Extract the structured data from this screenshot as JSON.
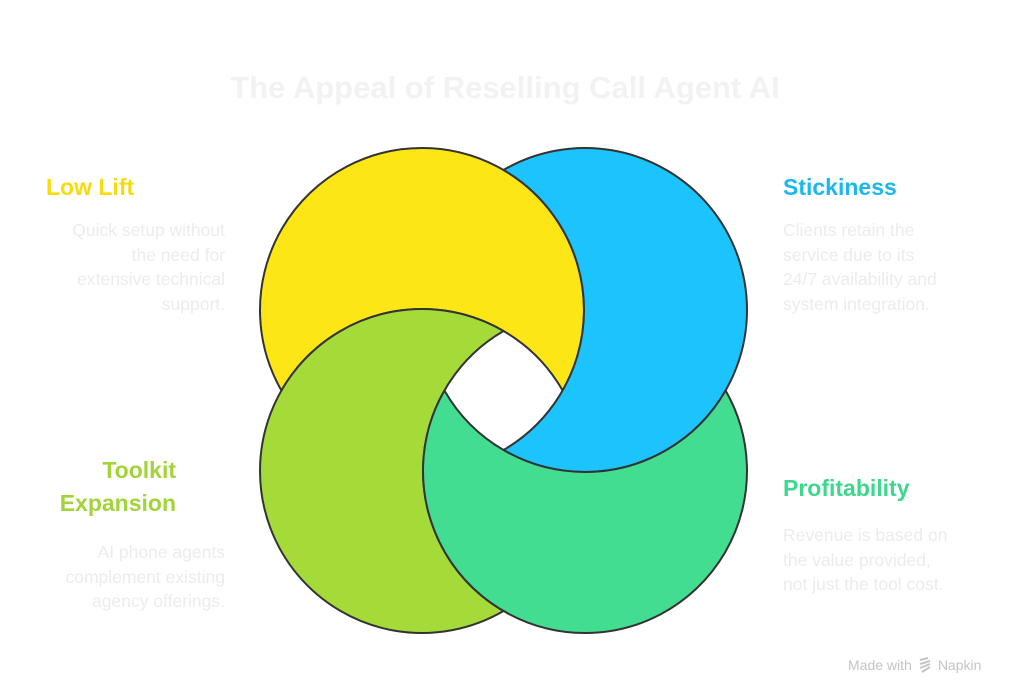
{
  "title": "The Appeal of Reselling Call Agent AI",
  "items": [
    {
      "id": "low-lift",
      "label": "Low Lift",
      "color": "#fde616",
      "desc": [
        "Quick setup without",
        "the need for",
        "extensive technical",
        "support."
      ]
    },
    {
      "id": "stickiness",
      "label": "Stickiness",
      "color": "#1cc3fc",
      "desc": [
        "Clients retain the",
        "service due to its",
        "24/7 availability and",
        "system integration."
      ]
    },
    {
      "id": "toolkit-expansion",
      "label": "Toolkit Expansion",
      "label_lines": [
        "Toolkit",
        "Expansion"
      ],
      "color": "#a4db38",
      "desc": [
        "AI phone agents",
        "complement existing",
        "agency offerings."
      ]
    },
    {
      "id": "profitability",
      "label": "Profitability",
      "color": "#43dd92",
      "desc": [
        "Revenue is based on",
        "the value provided,",
        "not just the tool cost."
      ]
    }
  ],
  "label_colors": {
    "low-lift": "#f6dc0a",
    "stickiness": "#1ab8ef",
    "toolkit-expansion": "#a2d43a",
    "profitability": "#3fd68d"
  },
  "footer": {
    "made_with": "Made with",
    "brand": "Napkin",
    "icon": "napkin-logo-icon"
  }
}
